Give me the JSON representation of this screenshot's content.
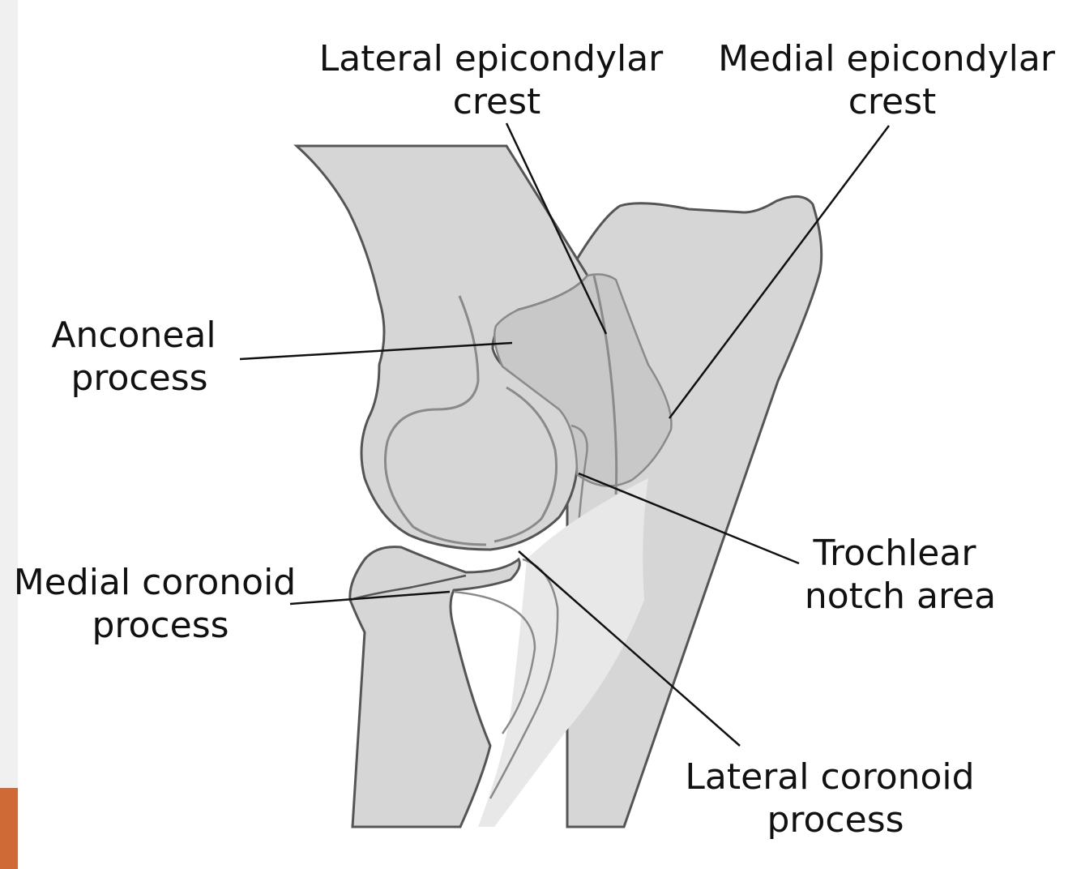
{
  "colors": {
    "bone_fill": "#d6d6d6",
    "bone_overlap": "#c8c8c8",
    "bone_light": "#e8e8e8",
    "bone_outline": "#555555",
    "inner_line": "#8a8a8a",
    "leader": "#111111",
    "edge_bar": "#f0f0f0",
    "edge_tab": "#cf6a36"
  },
  "labels": {
    "lateral_epicondylar_crest": [
      "Lateral epicondylar",
      "crest"
    ],
    "medial_epicondylar_crest": [
      "Medial epicondylar",
      "crest"
    ],
    "anconeal_process": [
      "Anconeal",
      "process"
    ],
    "trochlear_notch_area": [
      "Trochlear",
      "notch area"
    ],
    "medial_coronoid_process": [
      "Medial coronoid",
      "process"
    ],
    "lateral_coronoid_process": [
      "Lateral coronoid",
      "process"
    ]
  }
}
